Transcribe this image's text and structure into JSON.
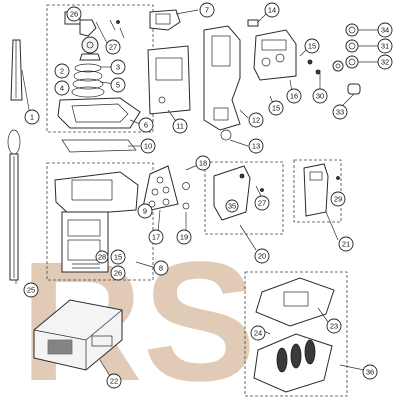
{
  "watermark": {
    "text": "RS",
    "color": "#c9a07c"
  },
  "callouts": {
    "c1": "1",
    "c2": "2",
    "c3": "3",
    "c4": "4",
    "c5": "5",
    "c6": "6",
    "c7": "7",
    "c8": "8",
    "c9": "9",
    "c10": "10",
    "c11": "11",
    "c12": "12",
    "c13": "13",
    "c14": "14",
    "c15a": "15",
    "c15b": "15",
    "c15c": "15",
    "c16": "16",
    "c17": "17",
    "c18": "18",
    "c19": "19",
    "c20": "20",
    "c21": "21",
    "c22": "22",
    "c23": "23",
    "c24": "24",
    "c25": "25",
    "c26a": "26",
    "c26b": "26",
    "c27a": "27",
    "c27b": "27",
    "c28": "28",
    "c29": "29",
    "c30": "30",
    "c31": "31",
    "c32": "32",
    "c33": "33",
    "c34": "34",
    "c35": "35",
    "c36": "36"
  }
}
